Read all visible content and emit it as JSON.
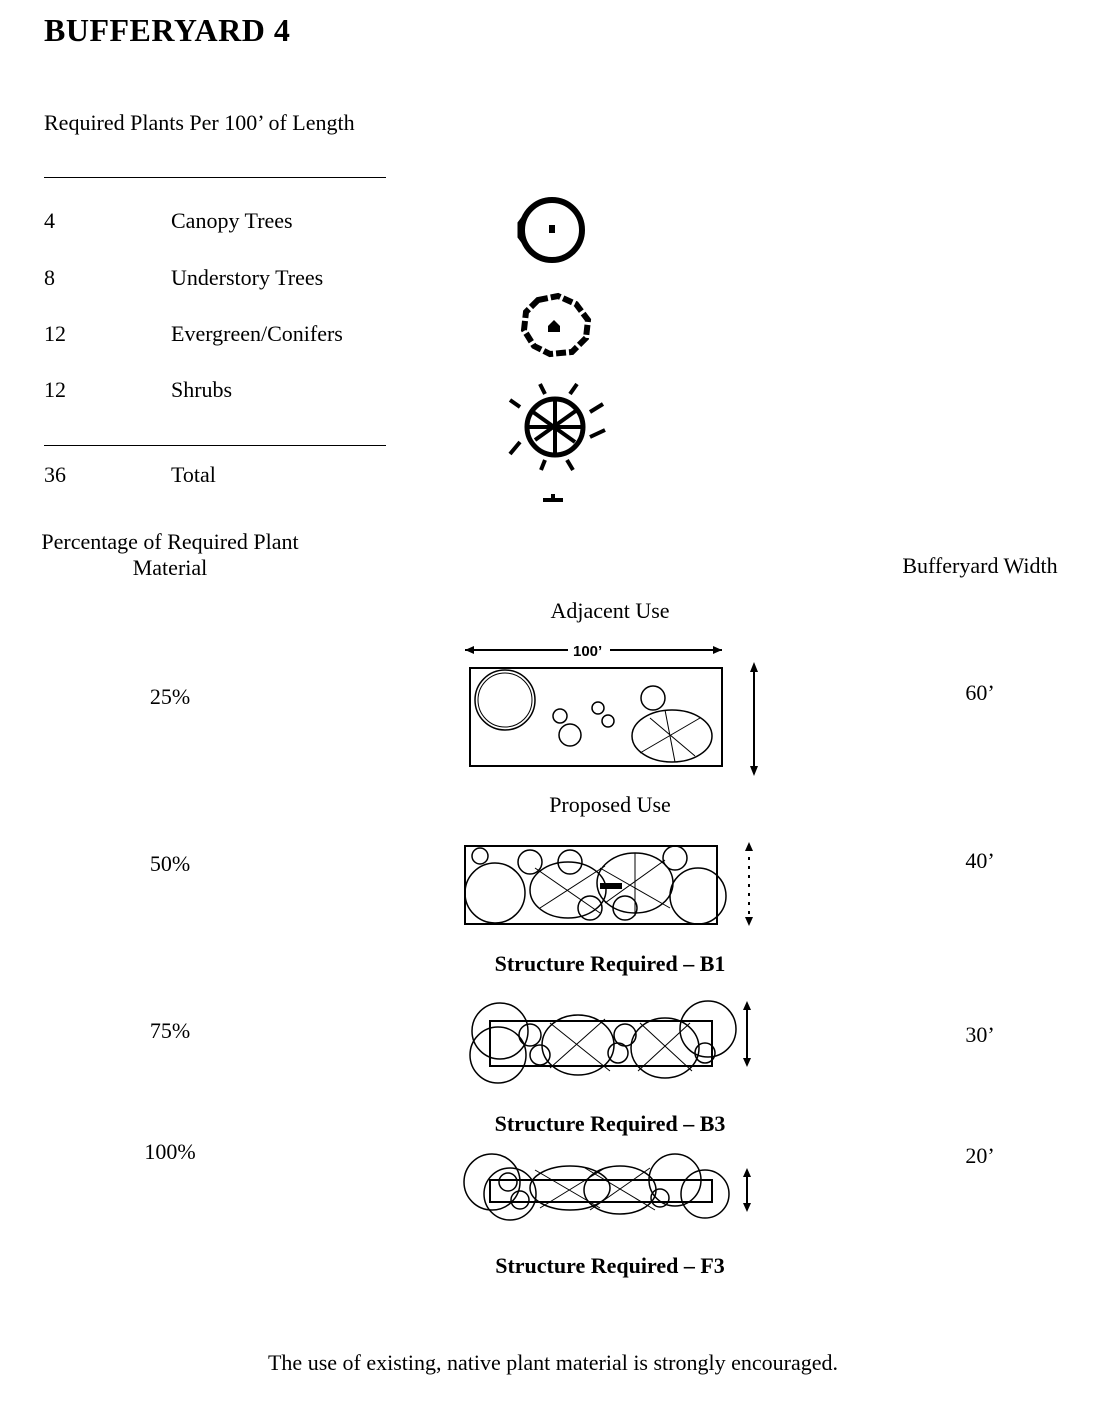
{
  "title": "BUFFERYARD 4",
  "required_heading": "Required Plants Per 100’ of Length",
  "plants": [
    {
      "qty": "4",
      "name": "Canopy Trees",
      "symbol": "canopy-tree-symbol"
    },
    {
      "qty": "8",
      "name": "Understory Trees",
      "symbol": "understory-tree-symbol"
    },
    {
      "qty": "12",
      "name": "Evergreen/Conifers",
      "symbol": "evergreen-symbol"
    },
    {
      "qty": "12",
      "name": "Shrubs",
      "symbol": "shrub-symbol"
    }
  ],
  "total": {
    "qty": "36",
    "label": "Total"
  },
  "percentage_header_line1": "Percentage of Required Plant",
  "percentage_header_line2": "Material",
  "width_header": "Bufferyard Width",
  "adjacent_use": "Adjacent Use",
  "proposed_use": "Proposed Use",
  "dimension_label": "100’",
  "options": [
    {
      "percentage": "25%",
      "width": "60’",
      "structure": ""
    },
    {
      "percentage": "50%",
      "width": "40’",
      "structure": "Structure Required – B1"
    },
    {
      "percentage": "75%",
      "width": "30’",
      "structure": "Structure Required – B3"
    },
    {
      "percentage": "100%",
      "width": "20’",
      "structure": "Structure Required – F3"
    }
  ],
  "footer": "The use of existing, native plant material is strongly encouraged."
}
